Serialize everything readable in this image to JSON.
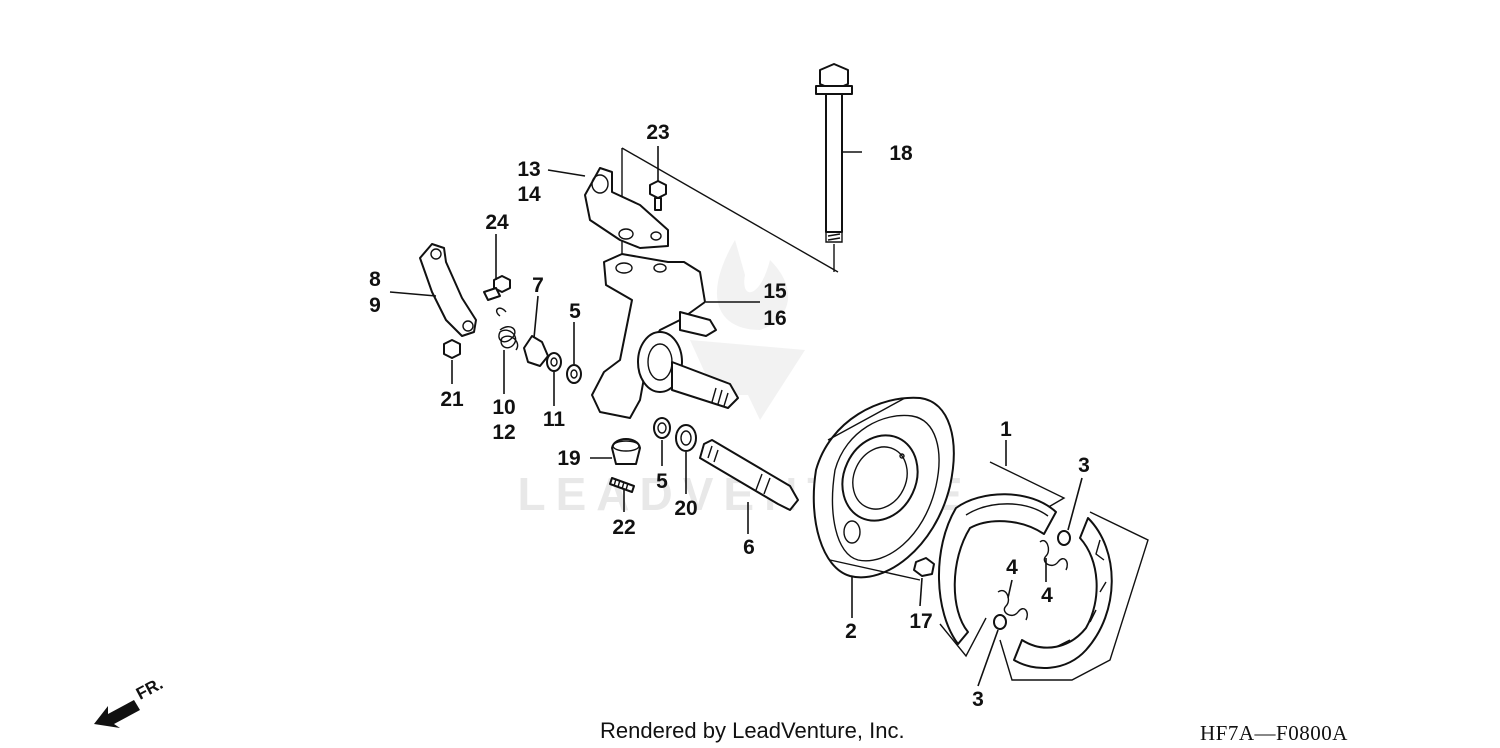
{
  "diagram": {
    "callouts": {
      "c1": "1",
      "c2": "2",
      "c3a": "3",
      "c3b": "3",
      "c4a": "4",
      "c4b": "4",
      "c5a": "5",
      "c5b": "5",
      "c6": "6",
      "c7": "7",
      "c8": "8",
      "c9": "9",
      "c10": "10",
      "c11": "11",
      "c12": "12",
      "c13": "13",
      "c14": "14",
      "c15": "15",
      "c16": "16",
      "c17": "17",
      "c18": "18",
      "c19": "19",
      "c20": "20",
      "c21": "21",
      "c22": "22",
      "c23": "23",
      "c24": "24"
    },
    "direction_label": "FR.",
    "watermark": "LEADVENTURE"
  },
  "footer": {
    "credit": "Rendered by LeadVenture, Inc.",
    "diagram_code": "HF7A—F0800A"
  },
  "colors": {
    "ink": "#111111",
    "watermark": "#e6e6e6",
    "background": "#ffffff"
  }
}
